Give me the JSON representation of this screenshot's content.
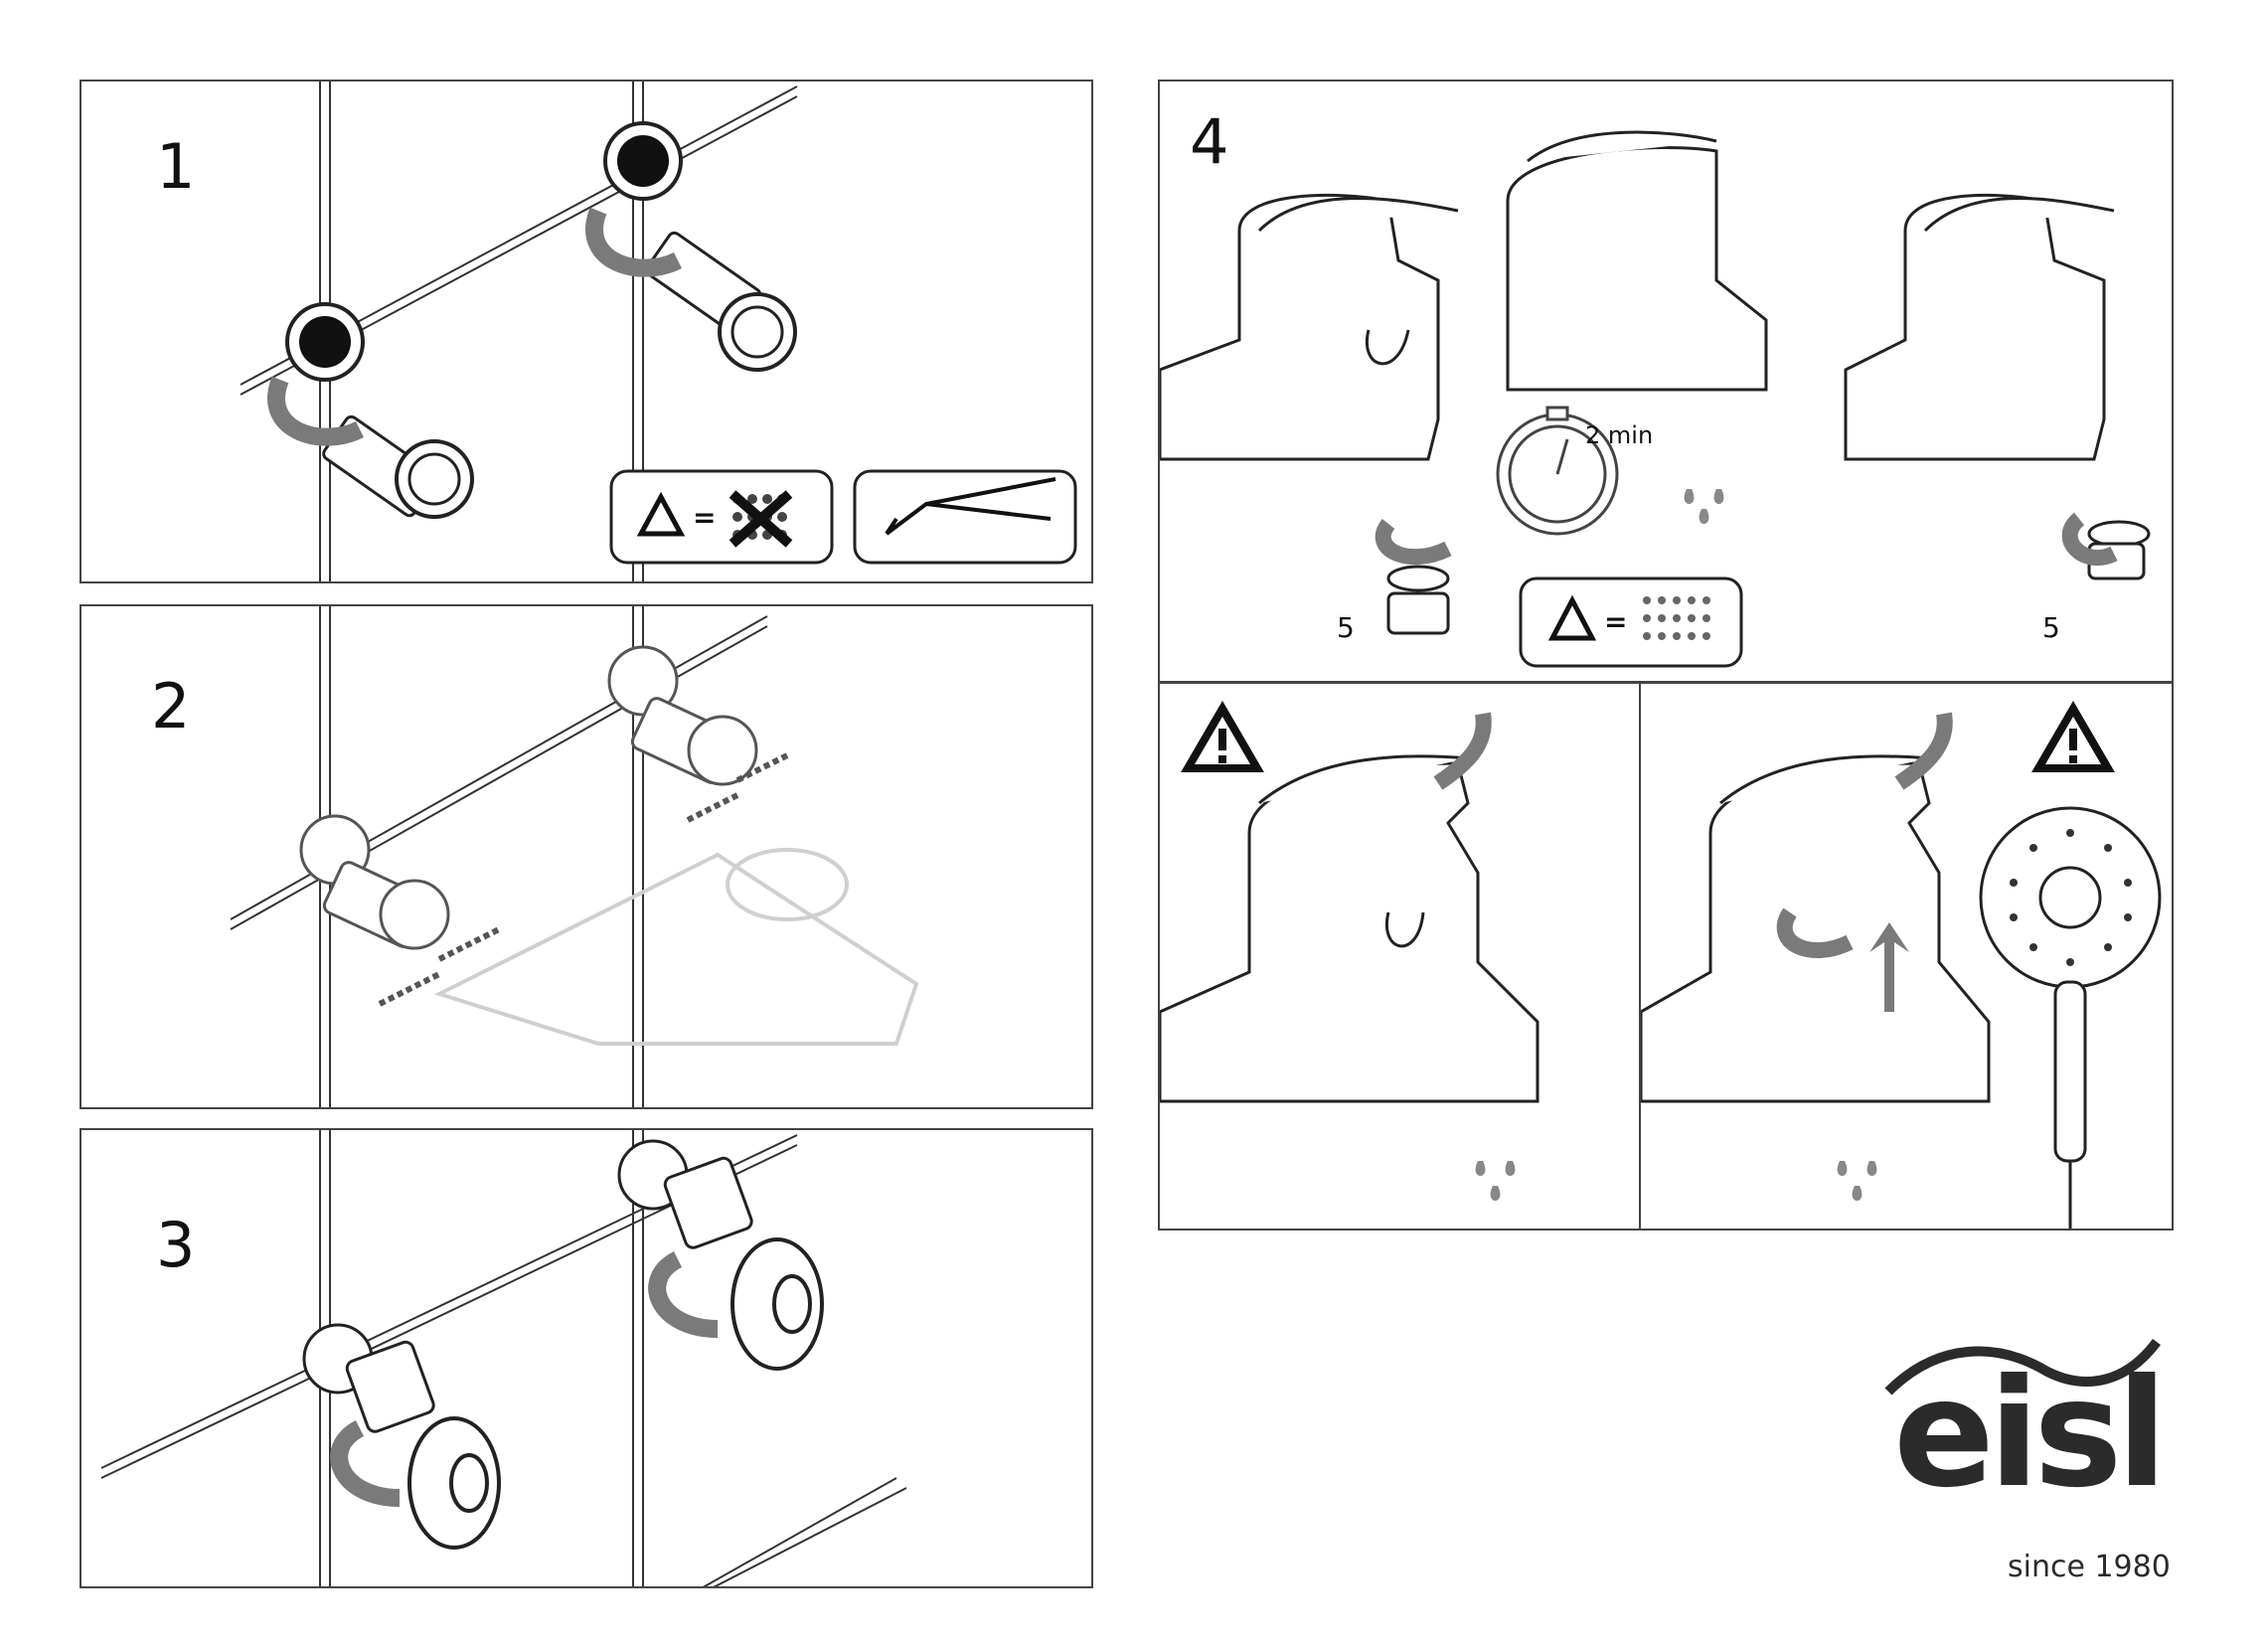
{
  "steps": {
    "step1": {
      "number": "1"
    },
    "step2": {
      "number": "2"
    },
    "step3": {
      "number": "3"
    },
    "step4": {
      "number": "4",
      "timer_label": "2 min",
      "aerator_left_label": "5",
      "aerator_right_label": "5"
    }
  },
  "logo": {
    "wordmark": "eisl",
    "tagline": "since 1980"
  },
  "icons": [
    "warning-triangle-icon",
    "water-drops-icon",
    "pliers-icon",
    "stopwatch-icon",
    "rotate-arrow-icon",
    "hand-shower-icon"
  ],
  "colors": {
    "line": "#1a1a1a",
    "arrow": "#7a7a7a",
    "faint": "#c8c8c8",
    "logo": "#2b2b2b"
  }
}
